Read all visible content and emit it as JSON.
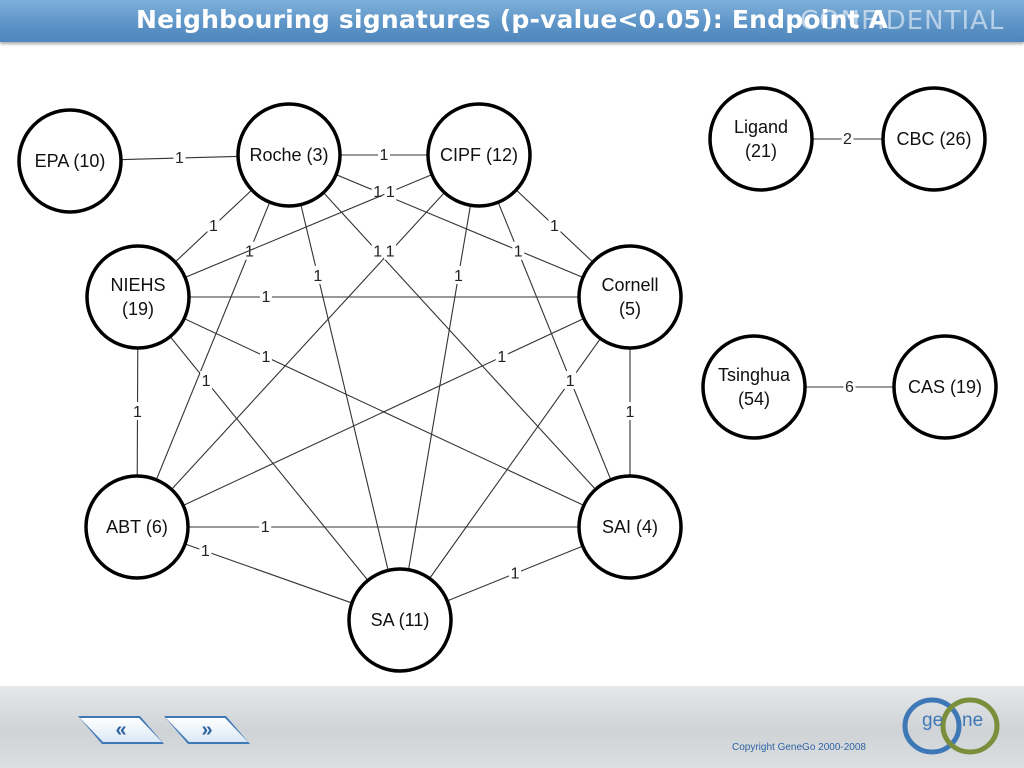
{
  "header": {
    "title": "Neighbouring signatures (p-value<0.05): Endpoint A",
    "watermark": "CONFIDENTIAL"
  },
  "graph": {
    "nodes": [
      {
        "id": "epa",
        "lines": [
          "EPA (10)"
        ]
      },
      {
        "id": "roche",
        "lines": [
          "Roche (3)"
        ]
      },
      {
        "id": "cipf",
        "lines": [
          "CIPF (12)"
        ]
      },
      {
        "id": "niehs",
        "lines": [
          "NIEHS",
          "(19)"
        ]
      },
      {
        "id": "cornell",
        "lines": [
          "Cornell",
          "(5)"
        ]
      },
      {
        "id": "abt",
        "lines": [
          "ABT (6)"
        ]
      },
      {
        "id": "sai",
        "lines": [
          "SAI (4)"
        ]
      },
      {
        "id": "sa",
        "lines": [
          "SA (11)"
        ]
      },
      {
        "id": "ligand",
        "lines": [
          "Ligand",
          "(21)"
        ]
      },
      {
        "id": "cbc",
        "lines": [
          "CBC (26)"
        ]
      },
      {
        "id": "tsinghua",
        "lines": [
          "Tsinghua",
          "(54)"
        ]
      },
      {
        "id": "cas",
        "lines": [
          "CAS (19)"
        ]
      }
    ],
    "edges": [
      {
        "from": "epa",
        "to": "roche",
        "label": "1"
      },
      {
        "from": "roche",
        "to": "cipf",
        "label": "1"
      },
      {
        "from": "roche",
        "to": "niehs",
        "label": "1"
      },
      {
        "from": "roche",
        "to": "cornell",
        "label": "1"
      },
      {
        "from": "roche",
        "to": "abt",
        "label": "1"
      },
      {
        "from": "roche",
        "to": "sai",
        "label": "1"
      },
      {
        "from": "roche",
        "to": "sa",
        "label": "1"
      },
      {
        "from": "cipf",
        "to": "niehs",
        "label": "1"
      },
      {
        "from": "cipf",
        "to": "cornell",
        "label": "1"
      },
      {
        "from": "cipf",
        "to": "abt",
        "label": "1"
      },
      {
        "from": "cipf",
        "to": "sai",
        "label": "1"
      },
      {
        "from": "cipf",
        "to": "sa",
        "label": "1"
      },
      {
        "from": "niehs",
        "to": "cornell",
        "label": "1"
      },
      {
        "from": "niehs",
        "to": "abt",
        "label": "1"
      },
      {
        "from": "niehs",
        "to": "sai",
        "label": "1"
      },
      {
        "from": "niehs",
        "to": "sa",
        "label": "1"
      },
      {
        "from": "cornell",
        "to": "abt",
        "label": "1"
      },
      {
        "from": "cornell",
        "to": "sai",
        "label": "1"
      },
      {
        "from": "cornell",
        "to": "sa",
        "label": "1"
      },
      {
        "from": "abt",
        "to": "sai",
        "label": "1"
      },
      {
        "from": "abt",
        "to": "sa",
        "label": "1"
      },
      {
        "from": "sai",
        "to": "sa",
        "label": "1"
      },
      {
        "from": "ligand",
        "to": "cbc",
        "label": "2"
      },
      {
        "from": "tsinghua",
        "to": "cas",
        "label": "6"
      }
    ]
  },
  "footer": {
    "prev_label": "«",
    "next_label": "»",
    "copyright": "Copyright GeneGo 2000-2008",
    "logo_text_left": "ge",
    "logo_text_right": "ne"
  },
  "colors": {
    "header": "#5e95c8",
    "nav": "#3f78b6",
    "text_blue": "#2f63a3"
  }
}
